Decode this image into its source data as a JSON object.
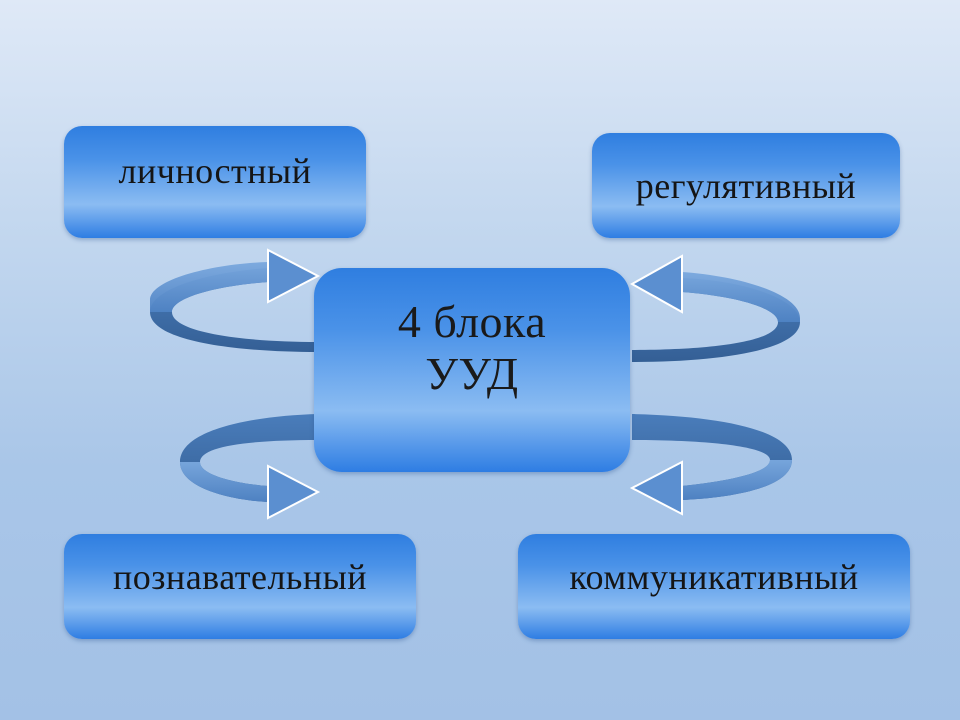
{
  "diagram": {
    "center": {
      "line1": "4 блока",
      "line2": "УУД"
    },
    "blocks": {
      "personal": "личностный",
      "regulative": "регулятивный",
      "cognitive": "познавательный",
      "communicative": "коммуникативный"
    }
  },
  "colors": {
    "box_top": "#2f7ee0",
    "box_mid": "#8bbcf2",
    "arrow_dark": "#3f6ea6",
    "arrow_light": "#5c8fcf"
  }
}
